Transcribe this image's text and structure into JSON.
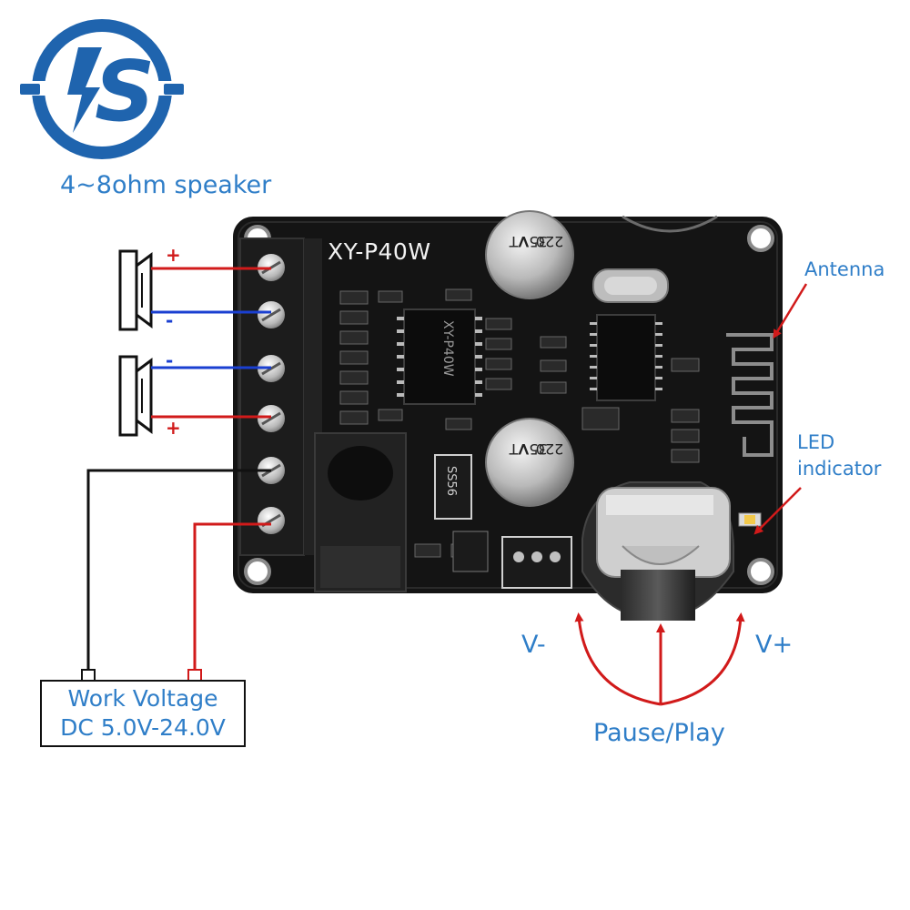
{
  "brand": {
    "logo_text": "S",
    "colors": {
      "logo": "#1f64ae"
    }
  },
  "labels": {
    "speaker": "4~8ohm speaker",
    "antenna": "Antenna",
    "led_line1": "LED",
    "led_line2": "indicator",
    "v_minus": "V-",
    "v_plus": "V+",
    "pause_play": "Pause/Play",
    "work_voltage_line1": "Work Voltage",
    "work_voltage_line2": "DC 5.0V-24.0V"
  },
  "polarity": {
    "top_plus": "+",
    "top_minus": "-",
    "bottom_minus": "-",
    "bottom_plus": "+"
  },
  "board": {
    "model": "XY-P40W",
    "chip_text": "XY-P40W",
    "cap_top": [
      "VT",
      "35V",
      "220"
    ],
    "cap_bottom": [
      "VT",
      "35V",
      "220"
    ],
    "diode_text": "SS56",
    "colors": {
      "pcb": "#141414",
      "wire_red": "#d11a1a",
      "wire_blue": "#1a3fd1",
      "annotation": "#2f7ec8"
    }
  }
}
